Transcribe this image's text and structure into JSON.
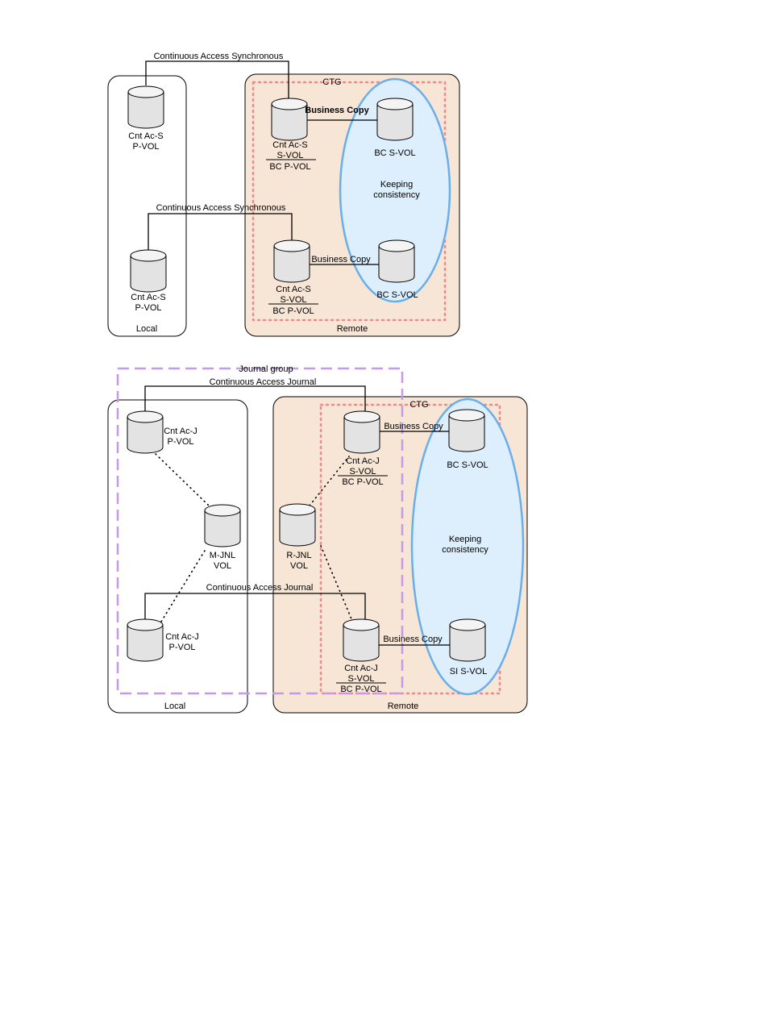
{
  "diagram1": {
    "link_top": "Continuous Access Synchronous",
    "link_bottom": "Continuous Access Synchronous",
    "ctg": "CTG",
    "bc_top": "Business Copy",
    "bc_bottom": "Business Copy",
    "local_pvol_top": [
      "Cnt Ac-S",
      "P-VOL"
    ],
    "local_pvol_bottom": [
      "Cnt Ac-S",
      "P-VOL"
    ],
    "remote_svol_top": [
      "Cnt Ac-S",
      "S-VOL",
      "BC P-VOL"
    ],
    "remote_svol_bottom": [
      "Cnt Ac-S",
      "S-VOL",
      "BC P-VOL"
    ],
    "bc_svol_top": "BC S-VOL",
    "bc_svol_bottom": "BC S-VOL",
    "consistency": [
      "Keeping",
      "consistency"
    ],
    "local_label": "Local",
    "remote_label": "Remote"
  },
  "diagram2": {
    "journal_group": "Journal group",
    "link_top": "Continuous Access Journal",
    "link_bottom": "Continuous Access Journal",
    "ctg": "CTG",
    "bc_top": "Business Copy",
    "bc_bottom": "Business Copy",
    "local_pvol_top": [
      "Cnt Ac-J",
      "P-VOL"
    ],
    "local_pvol_bottom": [
      "Cnt Ac-J",
      "P-VOL"
    ],
    "mjnl": [
      "M-JNL",
      "VOL"
    ],
    "rjnl": [
      "R-JNL",
      "VOL"
    ],
    "remote_svol_top": [
      "Cnt Ac-J",
      "S-VOL",
      "BC P-VOL"
    ],
    "remote_svol_bottom": [
      "Cnt Ac-J",
      "S-VOL",
      "BC P-VOL"
    ],
    "bc_svol_top": "BC S-VOL",
    "si_svol_bottom": "SI S-VOL",
    "consistency": [
      "Keeping",
      "consistency"
    ],
    "local_label": "Local",
    "remote_label": "Remote"
  }
}
